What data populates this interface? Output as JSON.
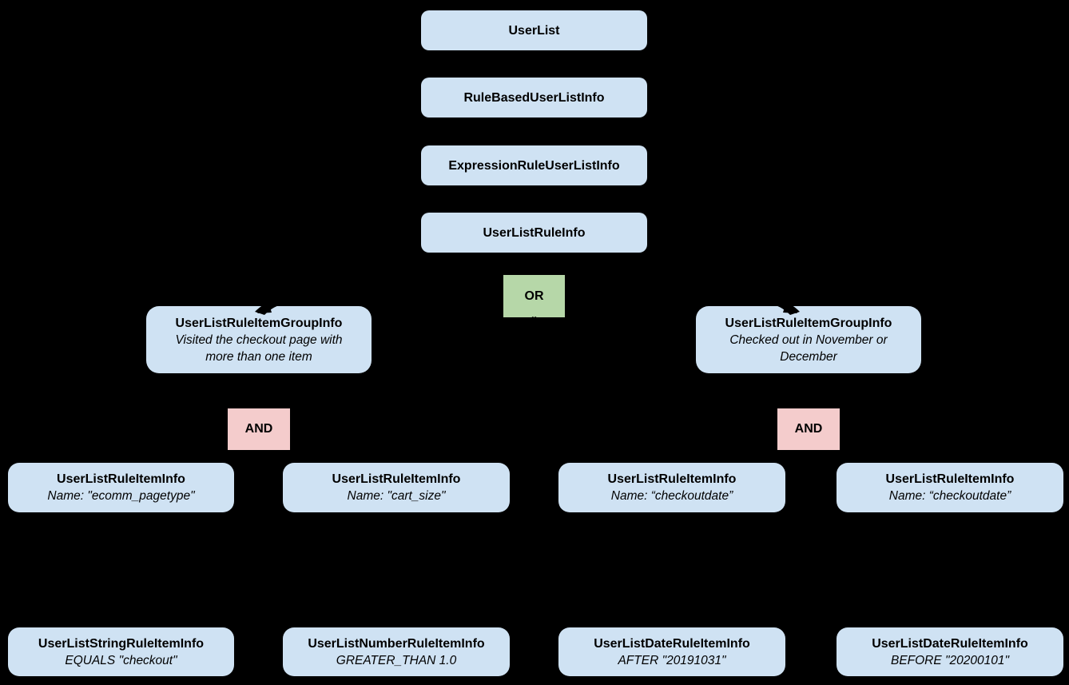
{
  "colors": {
    "background": "#000000",
    "node_fill": "#cfe2f3",
    "or_fill": "#b6d7a8",
    "and_fill": "#f4cccc",
    "text": "#000000"
  },
  "chain": [
    {
      "label": "UserList"
    },
    {
      "label": "RuleBasedUserListInfo"
    },
    {
      "label": "ExpressionRuleUserListInfo"
    },
    {
      "label": "UserListRuleInfo"
    }
  ],
  "operators": {
    "or": "OR",
    "and_left": "AND",
    "and_right": "AND"
  },
  "groups": {
    "left": {
      "title": "UserListRuleItemGroupInfo",
      "desc": "Visited the checkout page with more than one item"
    },
    "right": {
      "title": "UserListRuleItemGroupInfo",
      "desc": "Checked out in November or December"
    }
  },
  "rule_items": [
    {
      "title": "UserListRuleItemInfo",
      "desc": "Name: \"ecomm_pagetype\""
    },
    {
      "title": "UserListRuleItemInfo",
      "desc": "Name: \"cart_size\""
    },
    {
      "title": "UserListRuleItemInfo",
      "desc": "Name: “checkoutdate”"
    },
    {
      "title": "UserListRuleItemInfo",
      "desc": "Name: “checkoutdate”"
    }
  ],
  "leaf_items": [
    {
      "title": "UserListStringRuleItemInfo",
      "desc": "EQUALS \"checkout\""
    },
    {
      "title": "UserListNumberRuleItemInfo",
      "desc": "GREATER_THAN 1.0"
    },
    {
      "title": "UserListDateRuleItemInfo",
      "desc": "AFTER \"20191031\""
    },
    {
      "title": "UserListDateRuleItemInfo",
      "desc": "BEFORE \"20200101\""
    }
  ]
}
